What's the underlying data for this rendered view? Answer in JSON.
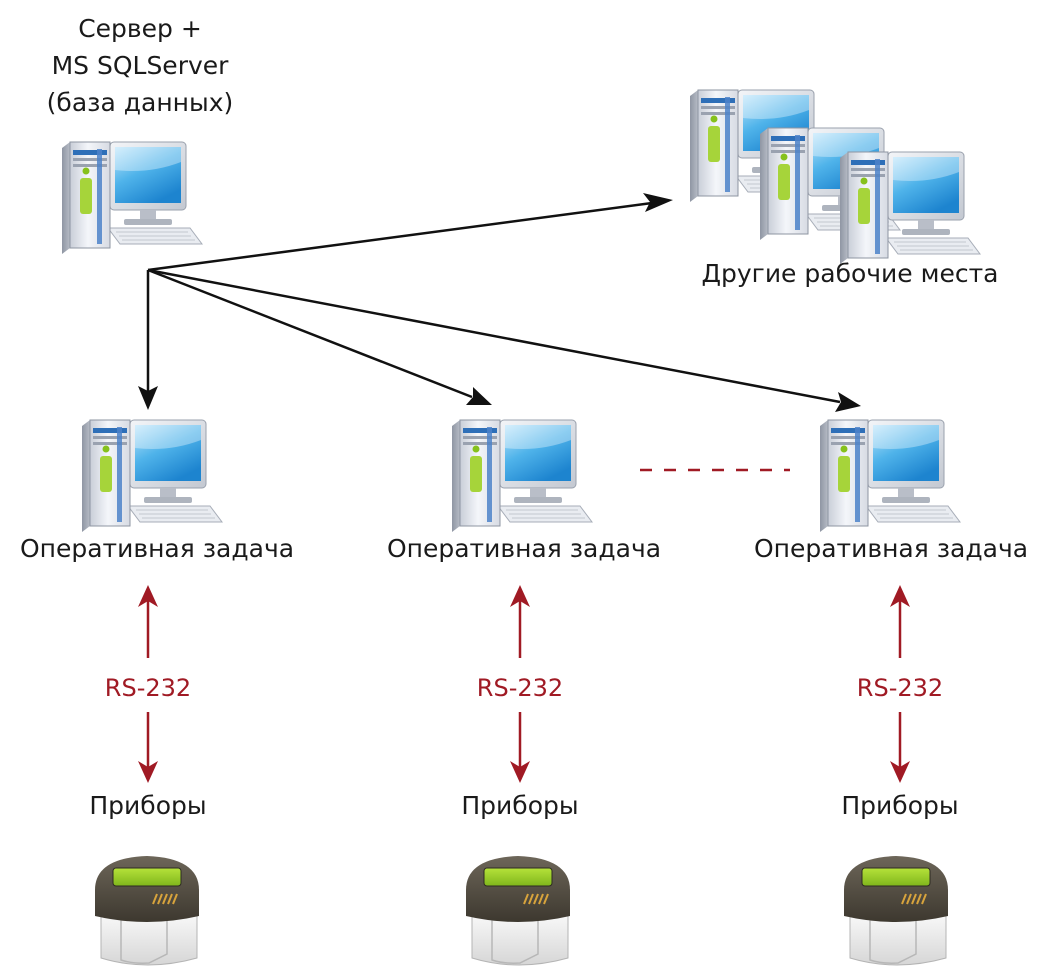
{
  "server": {
    "label_lines": [
      "Сервер +",
      "MS SQLServer",
      "(база данных)"
    ],
    "icon": "desktop-computer-icon"
  },
  "other_workplaces": {
    "label": "Другие рабочие места",
    "icon": "desktop-computer-icon",
    "count_shown": 3
  },
  "tasks": [
    {
      "label": "Оперативная задача",
      "link_label": "RS-232",
      "device_label": "Приборы"
    },
    {
      "label": "Оперативная задача",
      "link_label": "RS-232",
      "device_label": "Приборы"
    },
    {
      "label": "Оперативная задача",
      "link_label": "RS-232",
      "device_label": "Приборы"
    }
  ],
  "device_icon": "metering-device-icon",
  "colors": {
    "connection_arrow": "#111111",
    "serial_link": "#a01a24",
    "ellipsis_dashes": "#a01a24",
    "text": "#1a1a1a"
  }
}
